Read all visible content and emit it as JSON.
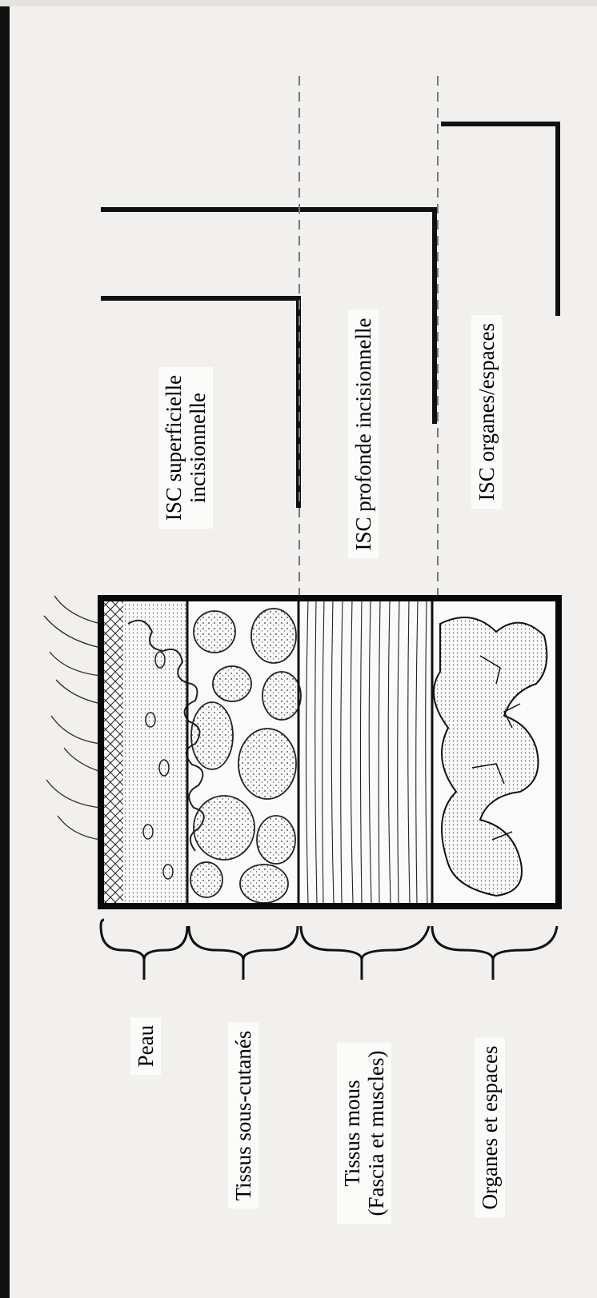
{
  "infection_levels": [
    {
      "label": "ISC superficielle\nincisionnelle"
    },
    {
      "label": "ISC profonde incisionnelle"
    },
    {
      "label": "ISC organes/espaces"
    }
  ],
  "tissue_layers": [
    {
      "label": "Peau"
    },
    {
      "label": "Tissus sous-cutanés"
    },
    {
      "label": "Tissus mous\n(Fascia et muscles)"
    },
    {
      "label": "Organes et espaces"
    }
  ]
}
